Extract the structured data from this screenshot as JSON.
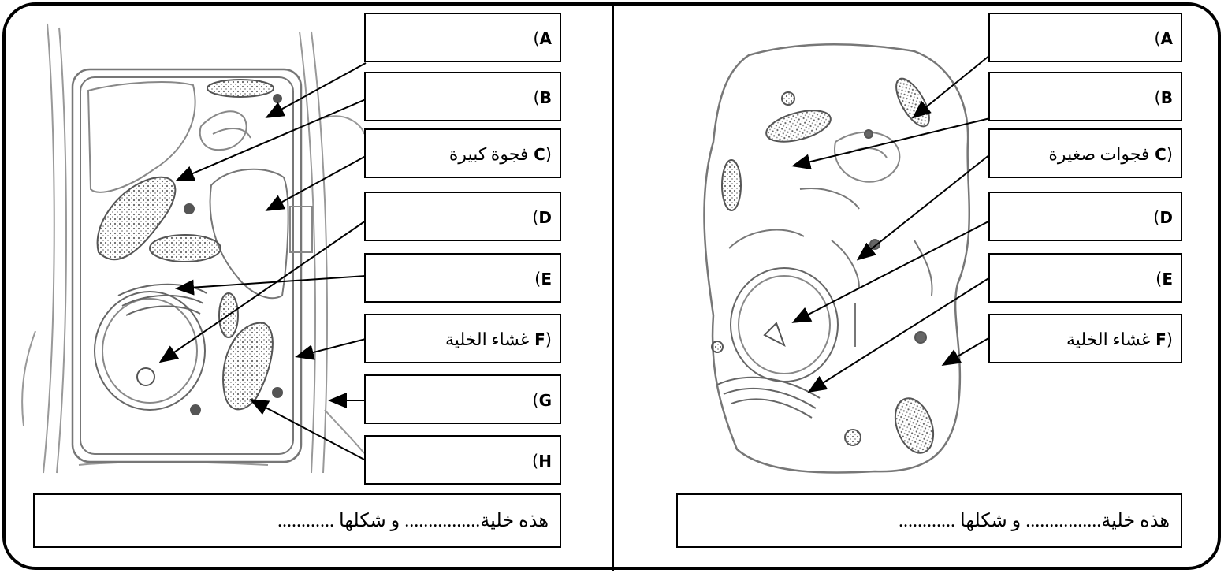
{
  "left_panel": {
    "labels": [
      {
        "letter": "A",
        "text": ""
      },
      {
        "letter": "B",
        "text": ""
      },
      {
        "letter": "C",
        "text": "فجوة كبيرة"
      },
      {
        "letter": "D",
        "text": ""
      },
      {
        "letter": "E",
        "text": ""
      },
      {
        "letter": "F",
        "text": "غشاء الخلية"
      },
      {
        "letter": "G",
        "text": ""
      },
      {
        "letter": "H",
        "text": ""
      }
    ],
    "caption": "هذه خلية................ و شكلها ............"
  },
  "right_panel": {
    "labels": [
      {
        "letter": "A",
        "text": ""
      },
      {
        "letter": "B",
        "text": ""
      },
      {
        "letter": "C",
        "text": "فجوات صغيرة"
      },
      {
        "letter": "D",
        "text": ""
      },
      {
        "letter": "E",
        "text": ""
      },
      {
        "letter": "F",
        "text": "غشاء الخلية"
      }
    ],
    "caption": "هذه خلية................ و شكلها ............"
  }
}
